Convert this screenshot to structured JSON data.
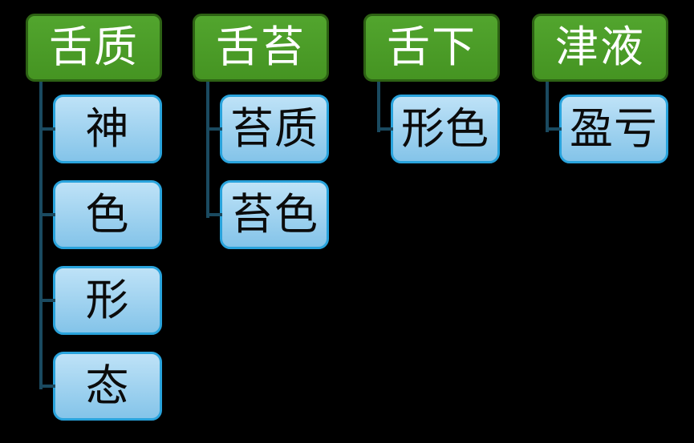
{
  "diagram": {
    "title_hint": "tongue-diagnosis hierarchy",
    "background_color": "#000000",
    "colors": {
      "header_fill": "#4a9d28",
      "header_border": "#2d6214",
      "header_text": "#ffffff",
      "child_fill_top": "#bee2f7",
      "child_fill_bottom": "#84c4e9",
      "child_border": "#29a3dc",
      "child_text": "#0b0b0b",
      "connector": "#1a4a60"
    },
    "columns": [
      {
        "header": "舌质",
        "children": [
          "神",
          "色",
          "形",
          "态"
        ]
      },
      {
        "header": "舌苔",
        "children": [
          "苔质",
          "苔色"
        ]
      },
      {
        "header": "舌下",
        "children": [
          "形色"
        ]
      },
      {
        "header": "津液",
        "children": [
          "盈亏"
        ]
      }
    ]
  }
}
